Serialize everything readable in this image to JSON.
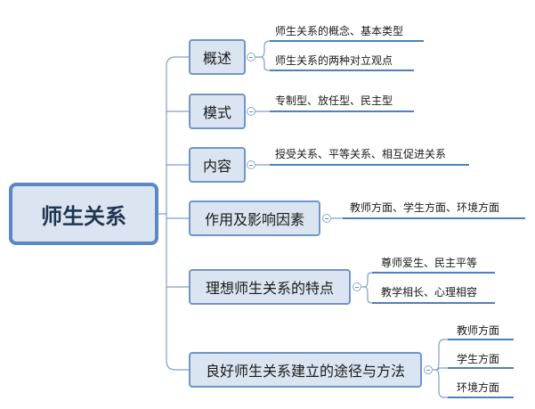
{
  "root": {
    "label": "师生关系"
  },
  "branches": [
    {
      "label": "概述",
      "leaves": [
        "师生关系的概念、基本类型",
        "师生关系的两种对立观点"
      ]
    },
    {
      "label": "模式",
      "leaves": [
        "专制型、放任型、民主型"
      ]
    },
    {
      "label": "内容",
      "leaves": [
        "授受关系、平等关系、相互促进关系"
      ]
    },
    {
      "label": "作用及影响因素",
      "leaves": [
        "教师方面、学生方面、环境方面"
      ]
    },
    {
      "label": "理想师生关系的特点",
      "leaves": [
        "尊师爱生、民主平等",
        "教学相长、心理相容"
      ]
    },
    {
      "label": "良好师生关系建立的途径与方法",
      "leaves": [
        "教师方面",
        "学生方面",
        "环境方面"
      ]
    }
  ],
  "colors": {
    "node_fill": "#dbe5f1",
    "node_border": "#6f96c9",
    "root_border": "#5b87c2",
    "line": "#7f9fcb",
    "underline": "#4f7fbf"
  }
}
